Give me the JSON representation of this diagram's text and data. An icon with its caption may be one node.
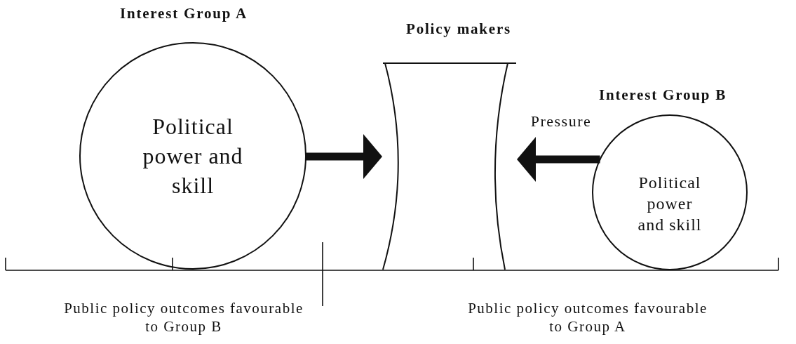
{
  "diagram": {
    "nodes": [
      {
        "text": [
          "Interest Group A",
          "Political power and skill"
        ]
      },
      {
        "text": [
          "Policy makers"
        ]
      },
      {
        "text": [
          "Interest Group B",
          "Political power and skill"
        ]
      }
    ],
    "edges": [
      {
        "from": 0,
        "to": 1,
        "arrow": "to"
      },
      {
        "from": 2,
        "to": 1,
        "arrow": "to",
        "label": "Pressure"
      }
    ],
    "labels": [
      "Public policy outcomes favourable to Group B",
      "Public policy outcomes favourable to Group A"
    ]
  }
}
